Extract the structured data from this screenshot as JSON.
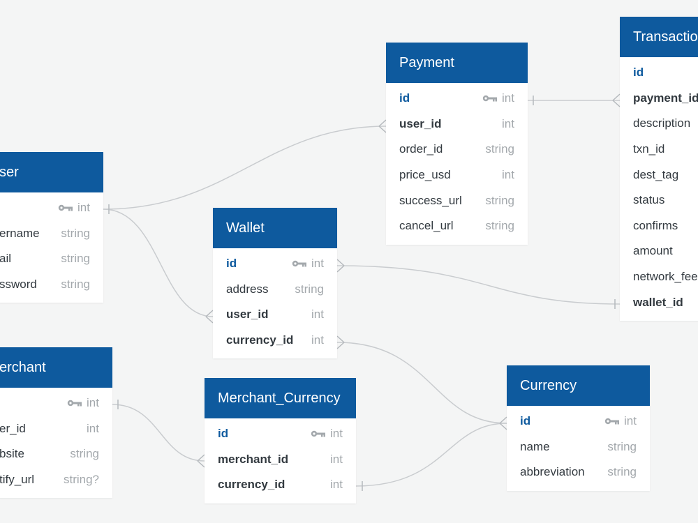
{
  "colors": {
    "header": "#0e5a9e",
    "primary_key": "#0e5a9e",
    "field_text": "#333a40",
    "type_text": "#a3a8ac",
    "link": "#c9cccf",
    "background": "#f4f5f5"
  },
  "entities": {
    "transaction": {
      "title": "Transactio",
      "fields": [
        {
          "name": "id",
          "type": "",
          "pk": true
        },
        {
          "name": "payment_id",
          "type": "",
          "bold": true
        },
        {
          "name": "description",
          "type": ""
        },
        {
          "name": "txn_id",
          "type": ""
        },
        {
          "name": "dest_tag",
          "type": ""
        },
        {
          "name": "status",
          "type": ""
        },
        {
          "name": "confirms",
          "type": ""
        },
        {
          "name": "amount",
          "type": ""
        },
        {
          "name": "network_fee",
          "type": ""
        },
        {
          "name": "wallet_id",
          "type": "",
          "bold": true
        }
      ]
    },
    "payment": {
      "title": "Payment",
      "fields": [
        {
          "name": "id",
          "type": "int",
          "pk": true
        },
        {
          "name": "user_id",
          "type": "int",
          "bold": true
        },
        {
          "name": "order_id",
          "type": "string"
        },
        {
          "name": "price_usd",
          "type": "int"
        },
        {
          "name": "success_url",
          "type": "string"
        },
        {
          "name": "cancel_url",
          "type": "string"
        }
      ]
    },
    "user": {
      "title": "ser",
      "fields": [
        {
          "name": "",
          "type": "int",
          "pk": true
        },
        {
          "name": "ername",
          "type": "string"
        },
        {
          "name": "ail",
          "type": "string"
        },
        {
          "name": "ssword",
          "type": "string"
        }
      ]
    },
    "wallet": {
      "title": "Wallet",
      "fields": [
        {
          "name": "id",
          "type": "int",
          "pk": true
        },
        {
          "name": "address",
          "type": "string"
        },
        {
          "name": "user_id",
          "type": "int",
          "bold": true
        },
        {
          "name": "currency_id",
          "type": "int",
          "bold": true
        }
      ]
    },
    "merchant": {
      "title": "erchant",
      "fields": [
        {
          "name": "",
          "type": "int",
          "pk": true
        },
        {
          "name": "er_id",
          "type": "int"
        },
        {
          "name": "bsite",
          "type": "string"
        },
        {
          "name": "tify_url",
          "type": "string?"
        }
      ]
    },
    "merchant_currency": {
      "title": "Merchant_Currency",
      "fields": [
        {
          "name": "id",
          "type": "int",
          "pk": true
        },
        {
          "name": "merchant_id",
          "type": "int",
          "bold": true
        },
        {
          "name": "currency_id",
          "type": "int",
          "bold": true
        }
      ]
    },
    "currency": {
      "title": "Currency",
      "fields": [
        {
          "name": "id",
          "type": "int",
          "pk": true
        },
        {
          "name": "name",
          "type": "string"
        },
        {
          "name": "abbreviation",
          "type": "string"
        }
      ]
    }
  }
}
